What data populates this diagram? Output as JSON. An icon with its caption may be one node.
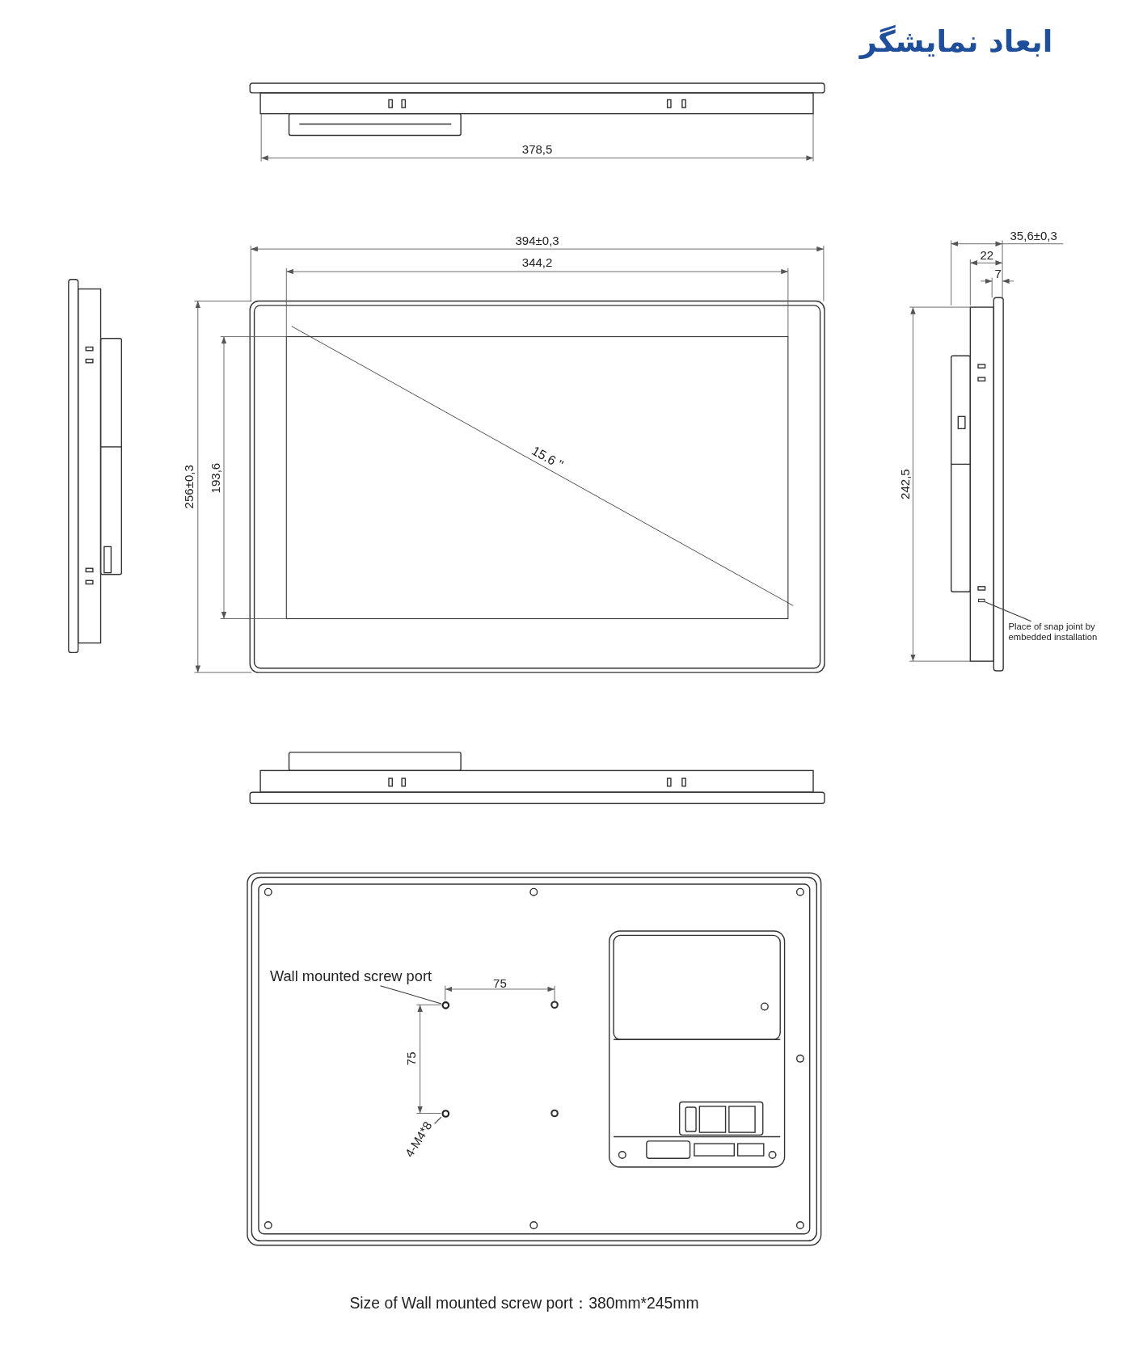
{
  "diagram": {
    "title": "ابعاد نمایشگر",
    "nodes": [
      {
        "text": [
          "Place of snap joint by embedded installation"
        ]
      },
      {
        "text": [],
        "shape": "box"
      },
      {
        "text": [
          "Wall mounted screw port"
        ]
      },
      {
        "text": [],
        "shape": "circle"
      },
      {
        "text": [
          "4-M4*8"
        ]
      },
      {
        "text": [],
        "shape": "circle"
      }
    ],
    "edges": [
      {
        "from": 0,
        "to": 1,
        "arrow": "none"
      },
      {
        "from": 2,
        "to": 3,
        "arrow": "none"
      },
      {
        "from": 4,
        "to": 5,
        "arrow": "none"
      }
    ],
    "labels": [
      "378,5",
      "394±0,3",
      "35,6±0,3",
      "344,2",
      "22",
      "7",
      "256±0,3",
      "193,6",
      "15.6 \"",
      "242,5",
      "75",
      "75",
      "Size of Wall mounted screw port：380mm*245mm"
    ]
  }
}
